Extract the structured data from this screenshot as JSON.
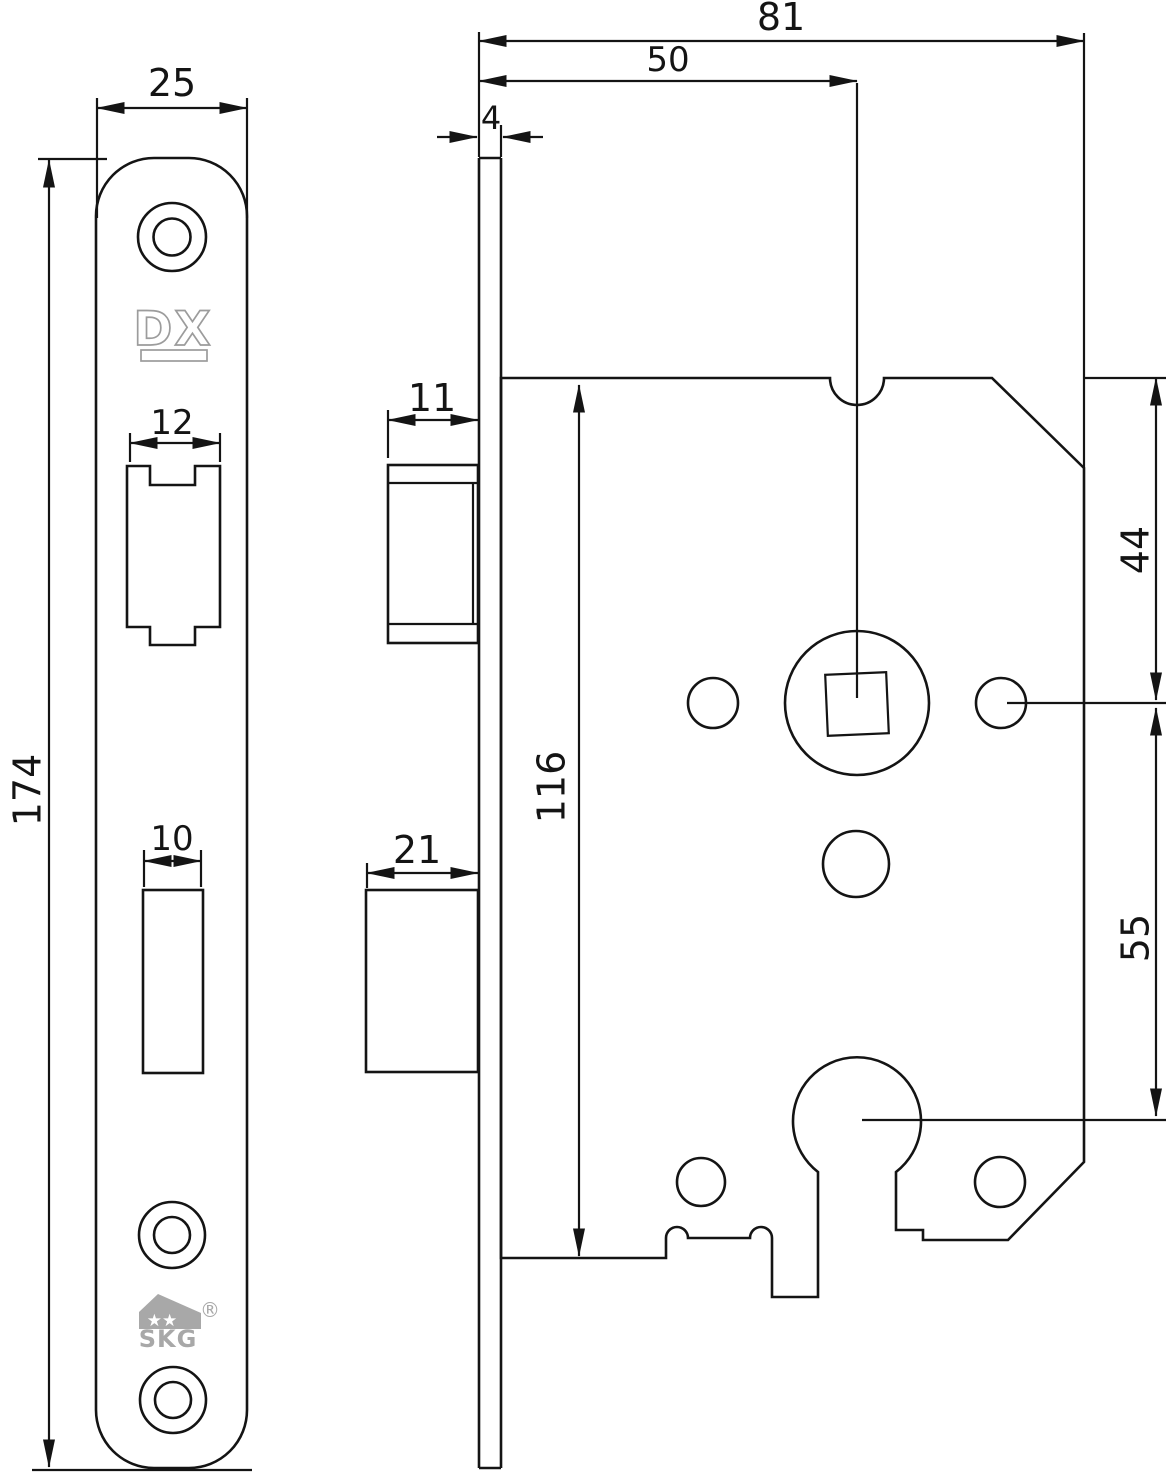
{
  "drawing": {
    "title": "DX mortise lock dimensional drawing",
    "brand": {
      "dx": "DX",
      "skg": "SKG",
      "registered": "®",
      "stars": "★★"
    },
    "colors": {
      "line": "#141414",
      "logo_gray": "#9c9c9c",
      "background": "#ffffff"
    },
    "dimensions": {
      "plate_width": "25",
      "plate_height": "174",
      "latch_cutout_width": "12",
      "bolt_cutout_width": "10",
      "plate_thickness": "4",
      "latch_width": "11",
      "bolt_width": "21",
      "case_width": "81",
      "backset": "50",
      "case_height": "116",
      "top_to_spindle": "44",
      "spindle_to_cylinder": "55"
    }
  }
}
